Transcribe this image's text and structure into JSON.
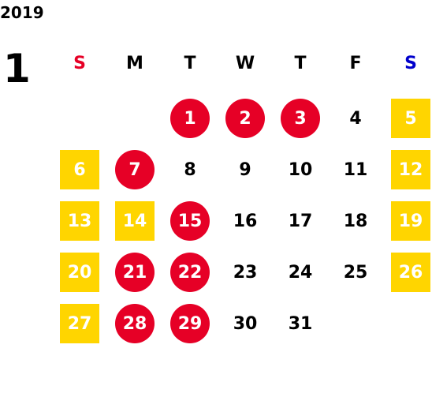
{
  "year": "2019",
  "month": "1",
  "weekdays": [
    "S",
    "M",
    "T",
    "W",
    "T",
    "F",
    "S"
  ],
  "colors": {
    "sunday_header": "#e60026",
    "saturday_header": "#0000cc",
    "holiday": "#e60026",
    "weekend": "#ffd500"
  },
  "first_weekday_index": 2,
  "days": [
    {
      "day": "1",
      "style": "holiday"
    },
    {
      "day": "2",
      "style": "holiday"
    },
    {
      "day": "3",
      "style": "holiday"
    },
    {
      "day": "4",
      "style": "plain"
    },
    {
      "day": "5",
      "style": "weekend"
    },
    {
      "day": "6",
      "style": "weekend"
    },
    {
      "day": "7",
      "style": "holiday"
    },
    {
      "day": "8",
      "style": "plain"
    },
    {
      "day": "9",
      "style": "plain"
    },
    {
      "day": "10",
      "style": "plain"
    },
    {
      "day": "11",
      "style": "plain"
    },
    {
      "day": "12",
      "style": "weekend"
    },
    {
      "day": "13",
      "style": "weekend"
    },
    {
      "day": "14",
      "style": "weekend"
    },
    {
      "day": "15",
      "style": "holiday"
    },
    {
      "day": "16",
      "style": "plain"
    },
    {
      "day": "17",
      "style": "plain"
    },
    {
      "day": "18",
      "style": "plain"
    },
    {
      "day": "19",
      "style": "weekend"
    },
    {
      "day": "20",
      "style": "weekend"
    },
    {
      "day": "21",
      "style": "holiday"
    },
    {
      "day": "22",
      "style": "holiday"
    },
    {
      "day": "23",
      "style": "plain"
    },
    {
      "day": "24",
      "style": "plain"
    },
    {
      "day": "25",
      "style": "plain"
    },
    {
      "day": "26",
      "style": "weekend"
    },
    {
      "day": "27",
      "style": "weekend"
    },
    {
      "day": "28",
      "style": "holiday"
    },
    {
      "day": "29",
      "style": "holiday"
    },
    {
      "day": "30",
      "style": "plain"
    },
    {
      "day": "31",
      "style": "plain"
    }
  ]
}
